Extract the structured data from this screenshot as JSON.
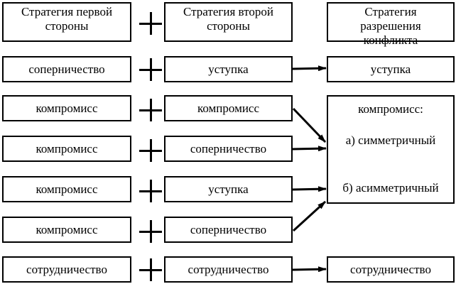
{
  "headers": {
    "first": "Стратегия первой\nстороны",
    "second": "Стратегия второй\nстороны",
    "result": "Стратегия\nразрешения\nконфликта"
  },
  "rows": [
    {
      "first": "соперничество",
      "second": "уступка"
    },
    {
      "first": "компромисс",
      "second": "компромисс"
    },
    {
      "first": "компромисс",
      "second": "соперничество"
    },
    {
      "first": "компромисс",
      "second": "уступка"
    },
    {
      "first": "компромисс",
      "second": "соперничество"
    },
    {
      "first": "сотрудничество",
      "second": "сотрудничество"
    }
  ],
  "results": {
    "concession": "уступка",
    "compromise_title": "компромисс:",
    "compromise_a": "а) симметричный",
    "compromise_b": "б) асимметричный",
    "cooperation": "сотрудничество"
  }
}
